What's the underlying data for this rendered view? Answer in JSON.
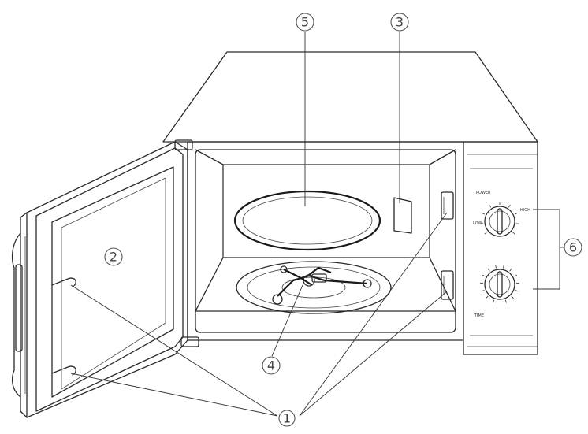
{
  "callouts": [
    {
      "id": "1",
      "label": "①"
    },
    {
      "id": "2",
      "label": "②"
    },
    {
      "id": "3",
      "label": "③"
    },
    {
      "id": "4",
      "label": "④"
    },
    {
      "id": "5",
      "label": "⑤"
    },
    {
      "id": "6",
      "label": "⑥"
    }
  ]
}
